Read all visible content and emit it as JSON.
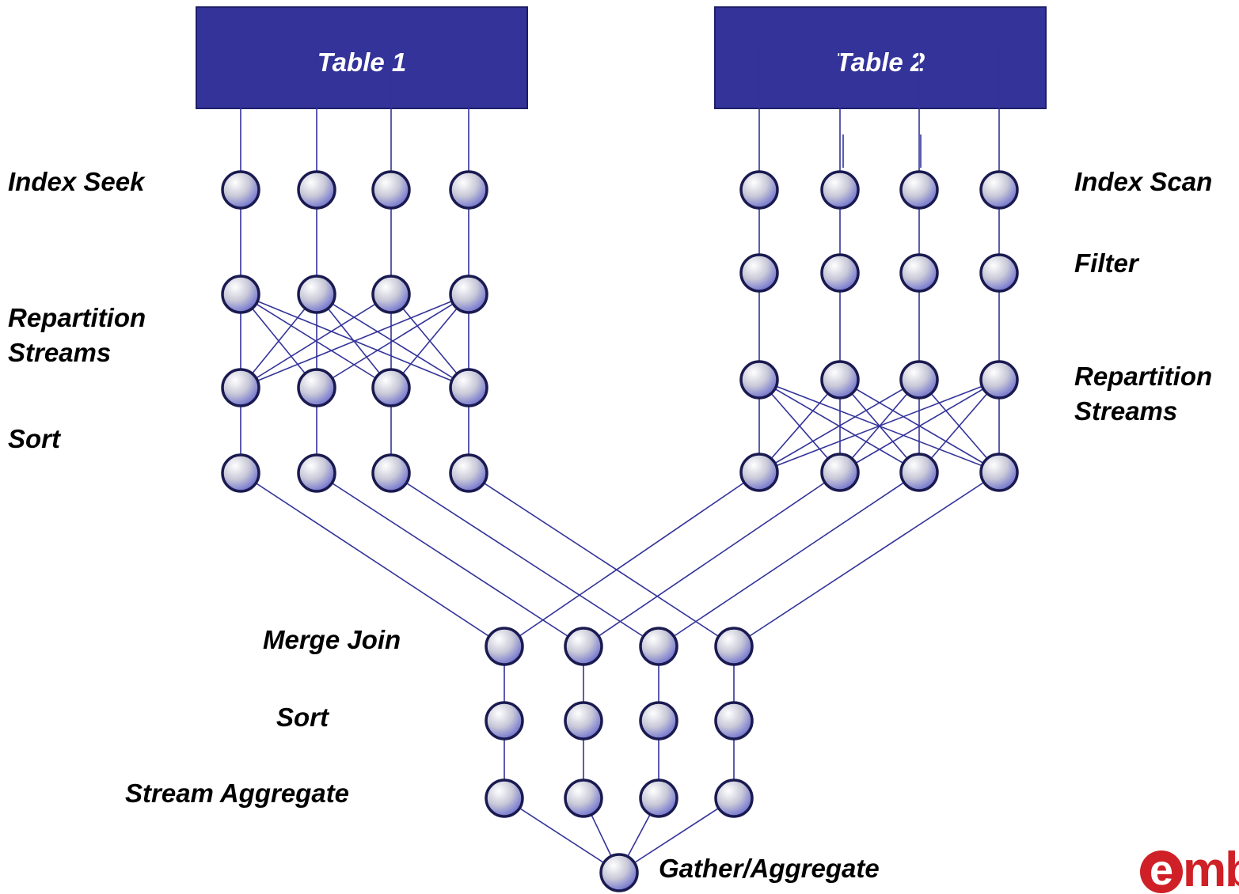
{
  "tables": {
    "table1": "Table 1",
    "table2": "Table 2"
  },
  "labels": {
    "index_seek": "Index Seek",
    "repartition_left_line1": "Repartition",
    "repartition_left_line2": "Streams",
    "sort_left": "Sort",
    "index_scan": "Index Scan",
    "filter": "Filter",
    "repartition_right_line1": "Repartition",
    "repartition_right_line2": "Streams",
    "merge_join": "Merge Join",
    "sort_bottom": "Sort",
    "stream_aggregate": "Stream Aggregate",
    "gather_aggregate": "Gather/Aggregate"
  },
  "logo": {
    "e_letter": "e",
    "text": "mbarcadero"
  },
  "colors": {
    "table_fill": "#333399",
    "line": "#333399",
    "node_outline": "#1a1a50",
    "logo_red": "#d02027"
  }
}
